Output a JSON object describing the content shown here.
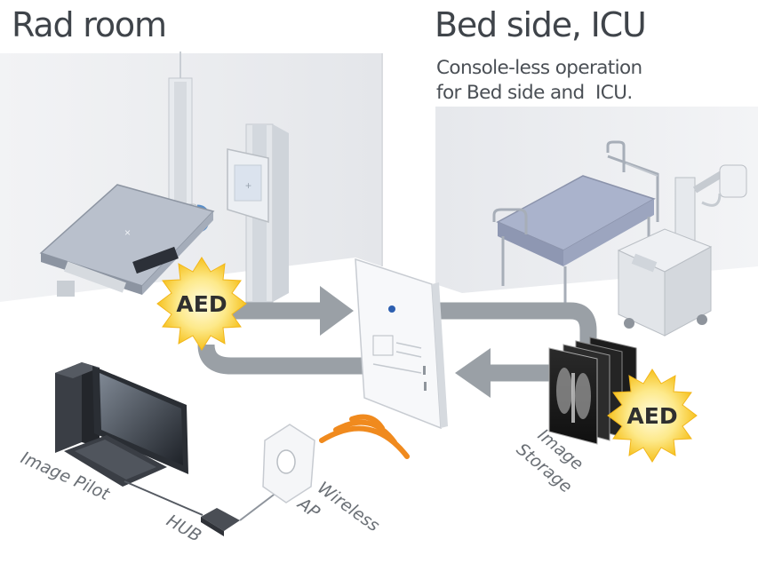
{
  "sections": {
    "rad_room": "Rad room",
    "bed_side": "Bed side, ICU"
  },
  "subtitle": {
    "line1": "Console-less operation",
    "line2": "for Bed side and  ICU."
  },
  "badges": {
    "aed_left": "AED",
    "aed_right": "AED"
  },
  "labels": {
    "image_pilot": "Image Pilot",
    "hub": "HUB",
    "wireless_ap_line1": "Wireless",
    "wireless_ap_line2": "AP",
    "image_storage_line1": "Image",
    "image_storage_line2": "Storage"
  },
  "colors": {
    "arrow": "#9aa0a6",
    "wifi": "#f08a1e",
    "burst_outer": "#f6cf2d",
    "burst_inner": "#fdf0a8",
    "equipment": "#dfe3e8",
    "bed_sheet": "#b7bfd6"
  }
}
